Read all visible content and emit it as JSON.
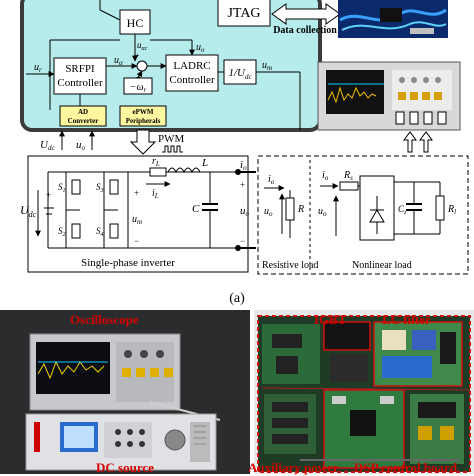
{
  "dsp": {
    "hc": "HC",
    "jtag": "JTAG",
    "data_collection": "Data collection",
    "srfpi_line1": "SRFPI",
    "srfpi_line2": "Controller",
    "ladrc_line1": "LADRC",
    "ladrc_line2": "Controller",
    "divider": "1/U",
    "divider_sub": "dc",
    "ad_line1": "AD",
    "ad_line2": "Converter",
    "epwm_line1": "ePWM",
    "epwm_line2": "Peripherals"
  },
  "signals": {
    "u_ref": "u",
    "u_ref_sub": "r",
    "u_alpha": "u",
    "u_alpha_sub": "α",
    "u_alpha_c": "u",
    "u_alpha_c_sub": "αc",
    "u_o_top": "u",
    "u_o_top_sub": "o",
    "omega": "−ω",
    "omega_sub": "r",
    "u_m": "u",
    "u_m_sub": "m",
    "udc_label": "U",
    "udc_label_sub": "dc",
    "uo_label": "u",
    "uo_label_sub": "o",
    "pwm": "PWM",
    "io_out": "i",
    "io_out_sub": "o"
  },
  "inverter": {
    "caption": "Single-phase inverter",
    "s1": "S",
    "s1_sub": "1",
    "s2": "S",
    "s2_sub": "2",
    "s3": "S",
    "s3_sub": "3",
    "s4": "S",
    "s4_sub": "4",
    "rl": "r",
    "rl_sub": "L",
    "l": "L",
    "il": "i",
    "il_sub": "L",
    "c": "C",
    "um": "u",
    "um_sub": "m",
    "uo": "u",
    "uo_sub": "o",
    "udc": "U",
    "udc_sub": "dc",
    "plus": "+",
    "minus": "−"
  },
  "loads": {
    "resistive_caption": "Resistive load",
    "nonlinear_caption": "Nonlinear load",
    "io": "i",
    "io_sub": "o",
    "r": "R",
    "uo": "u",
    "uo_sub": "o",
    "rs": "R",
    "rs_sub": "s",
    "cz": "C",
    "cz_sub": "z",
    "rl": "R",
    "rl_sub": "l"
  },
  "panel_a_label": "(a)",
  "photo": {
    "oscilloscope": "Oscilloscope",
    "igbt": "IGBT",
    "lc_filter": "LC filter",
    "dc_source": "DC source",
    "auxiliary_power": "Auxiliary power",
    "dsp_control_board": "DSP control board"
  }
}
